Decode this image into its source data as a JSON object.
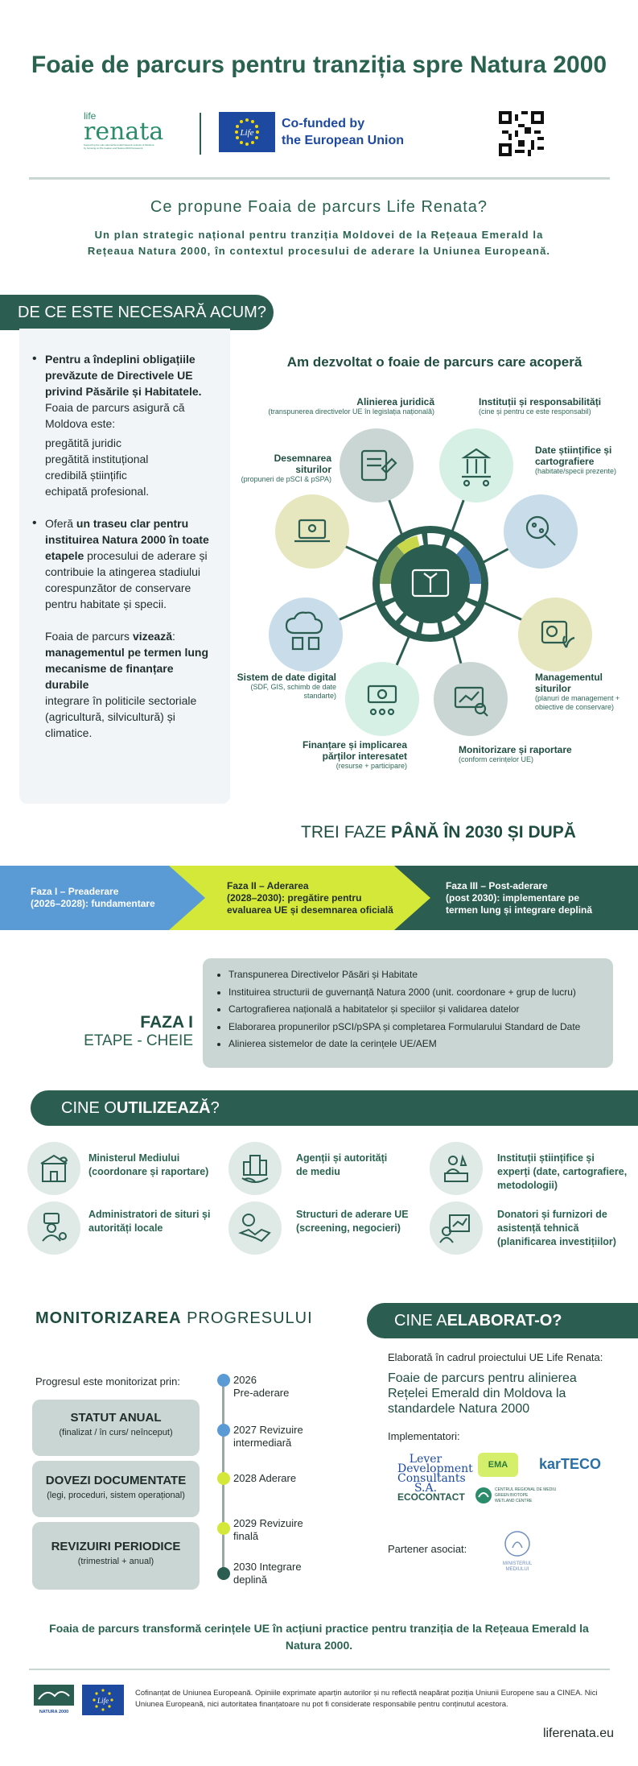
{
  "header": {
    "title": "Foaie de parcurs pentru tranziția spre Natura 2000",
    "life_small": "life",
    "renata_logo": "renata",
    "renata_tagline": "Supporting the sub-national Emerald Network network of Moldova\nby focusing on PA creation and Natura 2000 framework",
    "eu_cofunded": "Co-funded by\nthe European Union",
    "eu_life": "Life"
  },
  "intro": {
    "question": "Ce propune Foaia de parcurs Life Renata?",
    "lead": "Un plan strategic național pentru tranziția Moldovei de la Rețeaua Emerald la Rețeaua Natura 2000, în contextul procesului de aderare la Uniunea Europeană."
  },
  "why": {
    "ribbon": "DE CE ESTE NECESARĂ ACUM?",
    "b1_bold": "Pentru a îndeplini obligațiile prevăzute de Directivele UE privind Păsările și Habitatele.",
    "b1_text": "Foaia de parcurs asigură că Moldova este:",
    "b1_items": [
      "pregătită juridic",
      "pregătită instituțional",
      "credibilă științific",
      "echipată profesional."
    ],
    "b2_pre": "Oferă ",
    "b2_bold": "un traseu clar pentru instituirea Natura 2000 în toate etapele",
    "b2_text": " procesului de aderare și contribuie la atingerea stadiului corespunzător de conservare pentru habitate și specii.",
    "b3_pre": "Foaia de parcurs ",
    "b3_bold1": "vizează",
    "b3_colon": ":",
    "b3_bold2": "managementul pe termen lung mecanisme de finanțare durabile",
    "b3_text": "integrare în politicile sectoriale (agricultură, silvicultură) și climatice."
  },
  "coverage": {
    "title": "Am dezvoltat o foaie de parcurs care acoperă",
    "items": [
      {
        "label": "Alinierea juridică",
        "note": "(transpunerea directivelor UE în legislația națională)"
      },
      {
        "label": "Instituții și responsabilități",
        "note": "(cine și pentru ce este responsabil)"
      },
      {
        "label": "Date științifice și cartografiere",
        "note": "(habitate/specii prezente)"
      },
      {
        "label": "Managementul siturilor",
        "note": "(planuri de management + obiective de conservare)"
      },
      {
        "label": "Monitorizare și raportare",
        "note": "(conform cerințelor UE)"
      },
      {
        "label": "Finanțare și implicarea părților interesatet",
        "note": "(resurse + participare)"
      },
      {
        "label": "Sistem de date digital",
        "note": "(SDF, GIS, schimb de date standarte)"
      },
      {
        "label": "Desemnarea siturilor",
        "note": "(propuneri de pSCI & pSPA)"
      }
    ]
  },
  "phases": {
    "title_pre": "TREI FAZE ",
    "title_bold": "PÂNĂ ÎN 2030 ȘI DUPĂ",
    "p1": "Faza I – Preaderare\n(2026–2028): fundamentare",
    "p2": "Faza II – Aderarea\n(2028–2030): pregătire pentru\nevaluarea UE și desemnarea oficială",
    "p3": "Faza III – Post-aderare\n(post 2030): implementare pe\ntermen lung și integrare deplină",
    "colors": {
      "p1": "#5b9bd5",
      "p2": "#d4e83a",
      "p3": "#2b5e50"
    }
  },
  "faza1": {
    "title": "FAZA I",
    "subtitle": "ETAPE - CHEIE",
    "items": [
      "Transpunerea Directivelor Păsări și Habitate",
      "Instituirea structurii de guvernanță Natura 2000 (unit. coordonare + grup de lucru)",
      "Cartografierea națională a habitatelor și speciilor și validarea datelor",
      "Elaborarea propunerilor pSCI/pSPA și completarea Formularului Standard de Date",
      "Alinierea sistemelor de date la cerințele UE/AEM"
    ]
  },
  "users": {
    "ribbon_pre": "CINE O ",
    "ribbon_bold": "UTILIZEAZĂ",
    "ribbon_post": "?",
    "items": [
      {
        "label": "Ministerul Mediului\n(coordonare și raportare)",
        "icon": "ministry-building-icon"
      },
      {
        "label": "Agenții și autorități\nde mediu",
        "icon": "city-leaf-icon"
      },
      {
        "label": "Instituții științifice și\nexperți (date, cartografiere,\nmetodologii)",
        "icon": "scientist-icon"
      },
      {
        "label": "Administratori de situri și\nautorități locale",
        "icon": "administrator-icon"
      },
      {
        "label": "Structuri de aderare UE\n(screening, negocieri)",
        "icon": "handshake-icon"
      },
      {
        "label": "Donatori și furnizori de\nasistență tehnică\n(planificarea investițiilor)",
        "icon": "donor-chart-icon"
      }
    ]
  },
  "monitoring": {
    "title_bold": "MONITORIZAREA",
    "title_rest": " PROGRESULUI",
    "intro": "Progresul este monitorizat prin:",
    "pills": [
      {
        "title": "STATUT ANUAL",
        "sub": "(finalizat / în curs/ neînceput)"
      },
      {
        "title": "DOVEZI DOCUMENTATE",
        "sub": "(legi, proceduri, sistem operațional)"
      },
      {
        "title": "REVIZUIRI PERIODICE",
        "sub": "(trimestrial + anual)"
      }
    ],
    "timeline": [
      {
        "text": "2026\nPre-aderare",
        "color": "#5b9bd5"
      },
      {
        "text": "2027 Revizuire\nintermediară",
        "color": "#5b9bd5"
      },
      {
        "text": "2028 Aderare",
        "color": "#d4e83a"
      },
      {
        "text": "2029 Revizuire\nfinală",
        "color": "#d4e83a"
      },
      {
        "text": "2030 Integrare\ndeplină",
        "color": "#2b5e50"
      }
    ]
  },
  "authors": {
    "ribbon_pre": "CINE A ",
    "ribbon_bold": "ELABORAT-O?",
    "intro": "Elaborată în cadrul proiectului UE Life Renata:",
    "doc": "Foaie de parcurs pentru alinierea Rețelei Emerald din Moldova la standardele Natura 2000",
    "impl": "Implementatori:",
    "implementers": [
      "Lever\nDevelopment Consultants S.A.",
      "EMA",
      "karTECO",
      "ECOCONTACT",
      "CENTRUL REGIONAL DE MEDIU\nGREEN BIOTOPE\nWETLAND CENTRE"
    ],
    "partner_label": "Partener asociat:",
    "partner": "MINISTERUL\nMEDIULUI"
  },
  "footer": {
    "quote": "Foaia de parcurs transformă cerințele UE în acțiuni practice pentru tranziția de la Rețeaua Emerald la Natura 2000.",
    "natura": "NATURA 2000",
    "disclaimer": "Cofinanțat de Uniunea Europeană. Opiniile exprimate aparțin autorilor și nu reflectă neapărat poziția Uniunii Europene sau a CINEA. Nici Uniunea Europeană, nici autoritatea finanțatoare nu pot fi considerate responsabile pentru conținutul acestora.",
    "url": "liferenata.eu"
  }
}
